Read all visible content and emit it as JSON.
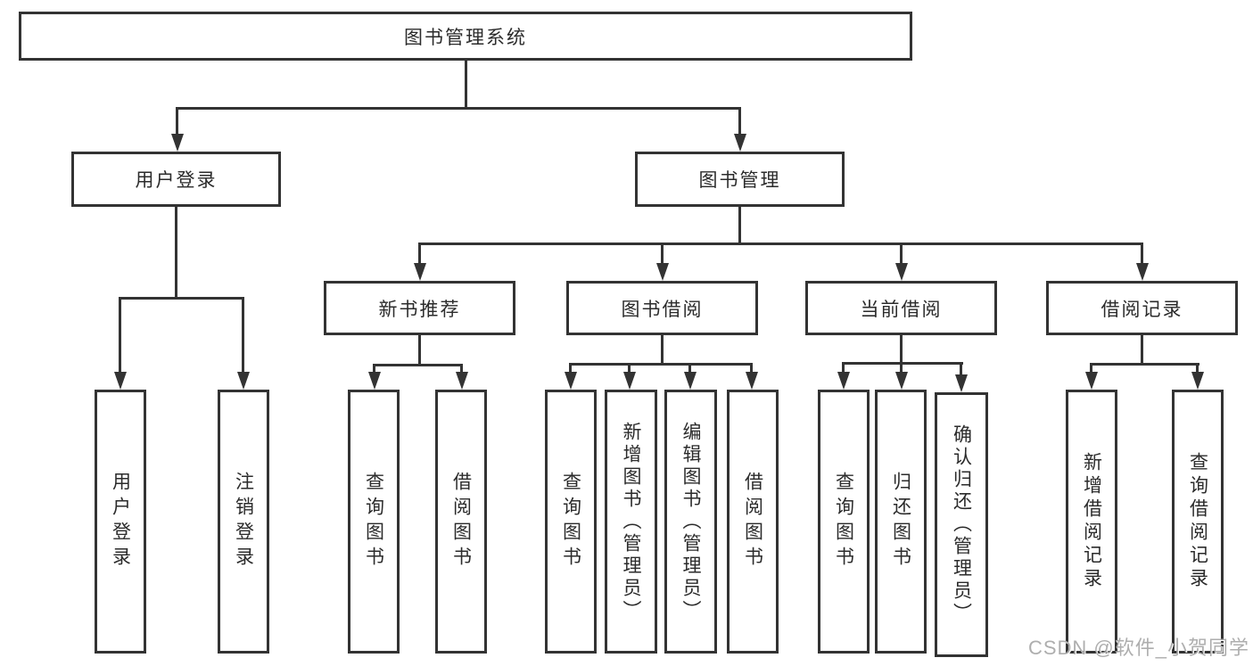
{
  "tree": {
    "label": "图书管理系统",
    "children": [
      {
        "label": "用户登录",
        "children": [
          {
            "label": "用户登录"
          },
          {
            "label": "注销登录"
          }
        ]
      },
      {
        "label": "图书管理",
        "children": [
          {
            "label": "新书推荐",
            "children": [
              {
                "label": "查询图书"
              },
              {
                "label": "借阅图书"
              }
            ]
          },
          {
            "label": "图书借阅",
            "children": [
              {
                "label": "查询图书"
              },
              {
                "label": "新增图书（管理员）"
              },
              {
                "label": "编辑图书（管理员）"
              },
              {
                "label": "借阅图书"
              }
            ]
          },
          {
            "label": "当前借阅",
            "children": [
              {
                "label": "查询图书"
              },
              {
                "label": "归还图书"
              },
              {
                "label": "确认归还（管理员）"
              }
            ]
          },
          {
            "label": "借阅记录",
            "children": [
              {
                "label": "新增借阅记录"
              },
              {
                "label": "查询借阅记录"
              }
            ]
          }
        ]
      }
    ]
  },
  "watermark": {
    "text": "CSDN @软件_小贺同学"
  },
  "colors": {
    "line": "#333333",
    "text": "#2b2b2b",
    "background": "#ffffff",
    "watermark": "#a5a5a5"
  }
}
